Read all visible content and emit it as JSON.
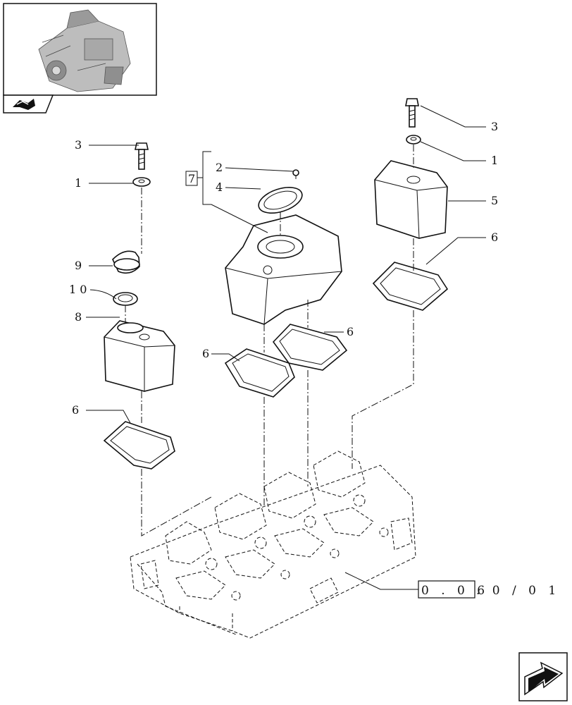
{
  "labels": {
    "left_bolt": "3",
    "left_washer": "1",
    "oil_cap": "9",
    "cap_seal": "1 0",
    "left_cover": "8",
    "left_gasket": "6",
    "kit_number": "7",
    "breather_screw": "2",
    "breather_seal": "4",
    "center_gasket_left": "6",
    "center_gasket_right": "6",
    "right_bolt": "3",
    "right_washer": "1",
    "right_cover": "5",
    "right_gasket": "6"
  },
  "reference": {
    "boxed": "0 . 0 6",
    "rest": ". 0 / 0 1"
  },
  "icons": {
    "thumbnail": "engine-thumbnail-icon",
    "book": "book-icon",
    "next": "next-page-arrow-icon"
  }
}
